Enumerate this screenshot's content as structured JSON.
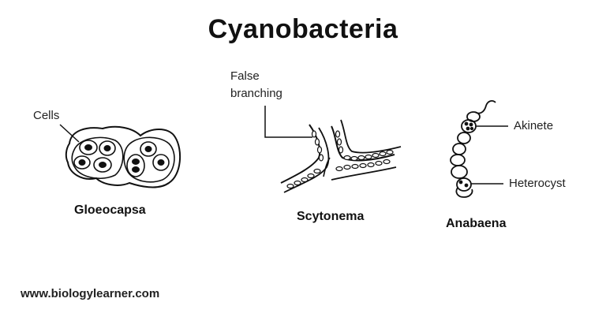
{
  "title": "Cyanobacteria",
  "organisms": {
    "gloeocapsa": {
      "name": "Gloeocapsa",
      "labels": {
        "cells": "Cells"
      }
    },
    "scytonema": {
      "name": "Scytonema",
      "labels": {
        "false_branching_line1": "False",
        "false_branching_line2": "branching"
      }
    },
    "anabaena": {
      "name": "Anabaena",
      "labels": {
        "akinete": "Akinete",
        "heterocyst": "Heterocyst"
      }
    }
  },
  "footer": {
    "website": "www.biologylearner.com"
  }
}
